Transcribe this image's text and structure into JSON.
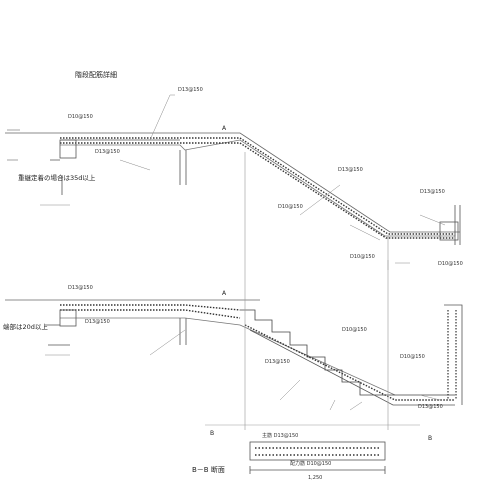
{
  "drawing": {
    "title": "階段配筋詳細",
    "section_title": "B－B 断面",
    "note_upper": "重継定着の場合は35d以上",
    "note_lower": "端部は20d以上",
    "markers": [
      "A",
      "A",
      "B",
      "B"
    ]
  },
  "labels": {
    "upper_top_rebar": "D10@150",
    "upper_slab_rebar": "D13@150",
    "upper_landing_rebar": "D13@150",
    "upper_stair_rebar_1": "D10@150",
    "upper_stair_rebar_2": "D13@150",
    "upper_stair_bottom": "D10@150",
    "upper_right_rebar_1": "D13@150",
    "upper_right_rebar_2": "D10@150",
    "lower_top_rebar": "D13@150",
    "lower_slab_rebar": "D13@150",
    "lower_stair_rebar_1": "D10@150",
    "lower_stair_rebar_2": "D13@150",
    "lower_bottom_rebar": "D13@150",
    "lower_right_rebar": "D10@150",
    "section_rebar_1": "主筋 D13@150",
    "section_rebar_2": "配力筋 D10@150",
    "dim_total": "1,250"
  }
}
